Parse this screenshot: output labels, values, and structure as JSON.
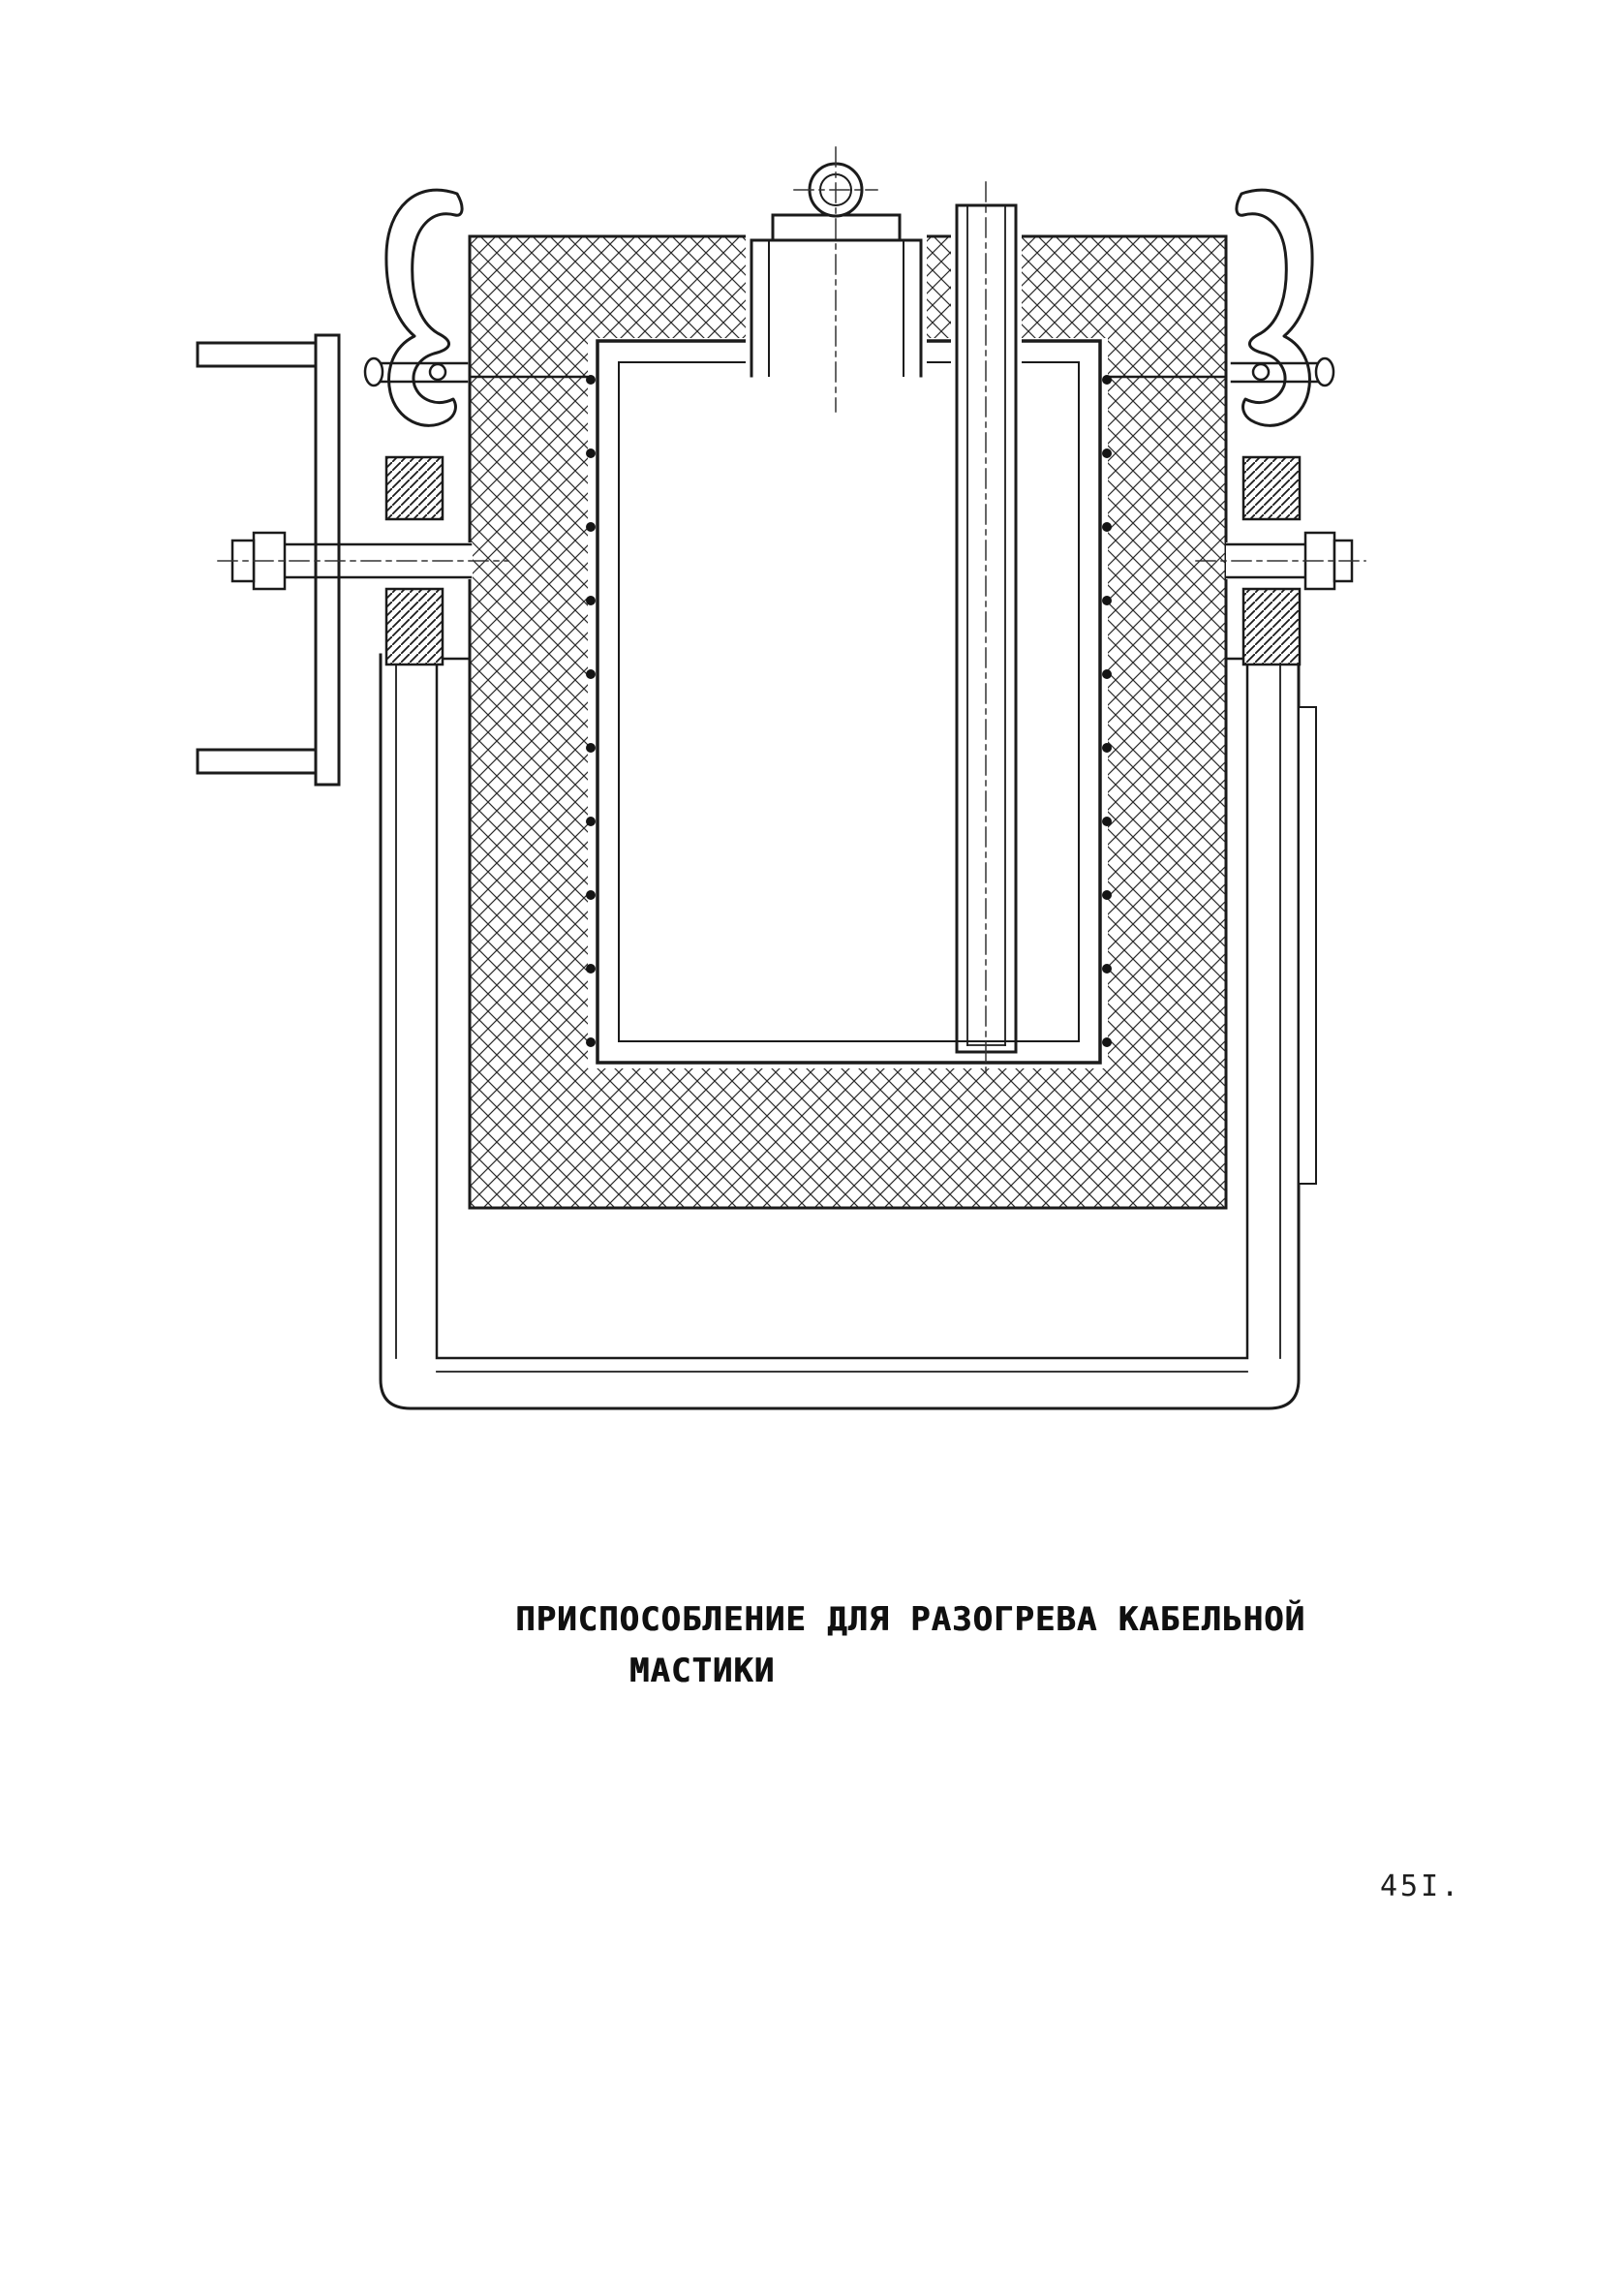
{
  "page": {
    "background": "#ffffff",
    "ink_color": "#1b1b1b"
  },
  "caption": {
    "line1": "ПРИСПОСОБЛЕНИЕ ДЛЯ РАЗОГРЕВА КАБЕЛЬНОЙ",
    "line2": "МАСТИКИ"
  },
  "page_number": "45I.",
  "drawing": {
    "kind": "cross-section technical drawing",
    "subject": "device for heating cable mastic",
    "parts": [
      "lid-knob",
      "filler-cap",
      "filler-neck",
      "insulation-jacket",
      "inner-vessel",
      "heating-coil-turns",
      "center-tube",
      "left-lifting-hook",
      "right-lifting-hook",
      "left-toggle-pin",
      "right-toggle-pin",
      "mounting-bracket",
      "left-trunnion-bolt",
      "right-trunnion-bolt",
      "bearing-blocks",
      "outer-casing"
    ]
  }
}
